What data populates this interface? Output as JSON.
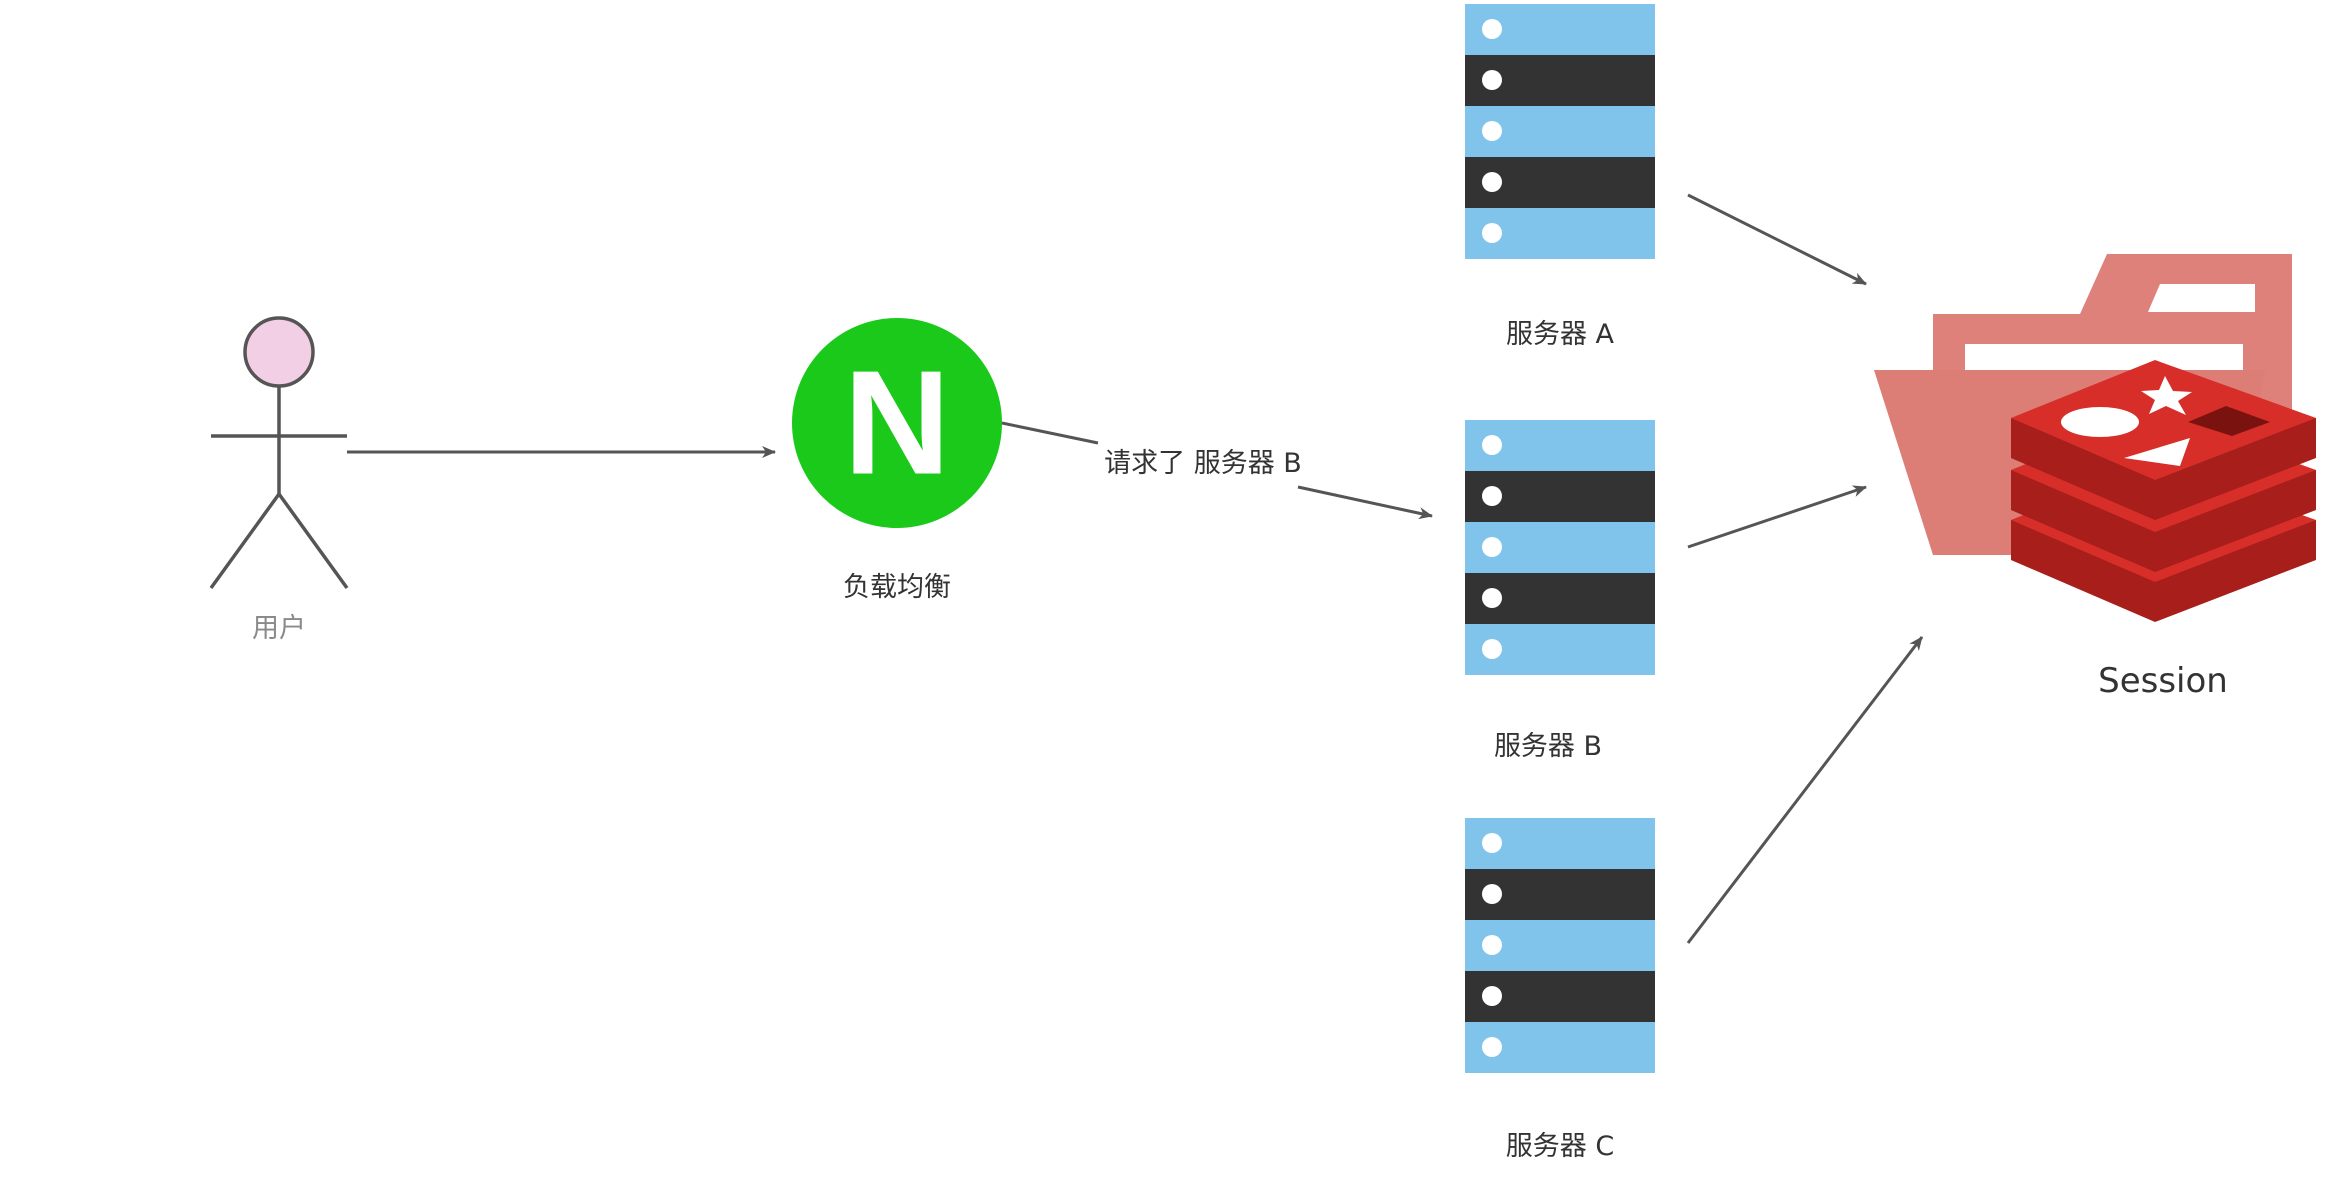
{
  "nodes": {
    "user": {
      "label": "用户",
      "icon": "user-stick-figure-icon",
      "head_color": "#f2cfe5",
      "stroke_color": "#555555",
      "label_color": "#8a8a8a"
    },
    "load_balancer": {
      "label": "负载均衡",
      "icon": "nginx-icon",
      "glyph": "N",
      "color": "#1bc91b",
      "glyph_color": "#ffffff"
    },
    "servers": [
      {
        "label": "服务器 A",
        "icon": "server-rack-icon"
      },
      {
        "label": "服务器 B",
        "icon": "server-rack-icon"
      },
      {
        "label": "服务器 C",
        "icon": "server-rack-icon"
      }
    ],
    "server_colors": {
      "light": "#80c4ec",
      "dark": "#333333",
      "led": "#ffffff"
    },
    "session": {
      "label": "Session",
      "icon": "redis-folder-icon",
      "folder_color": "#de817a",
      "redis_color": "#d82e29",
      "redis_dark": "#a71e1a"
    }
  },
  "edges": {
    "lb_to_server_b_label": "请求了 服务器 B",
    "arrow_color": "#555555"
  },
  "text_color": "#333333"
}
